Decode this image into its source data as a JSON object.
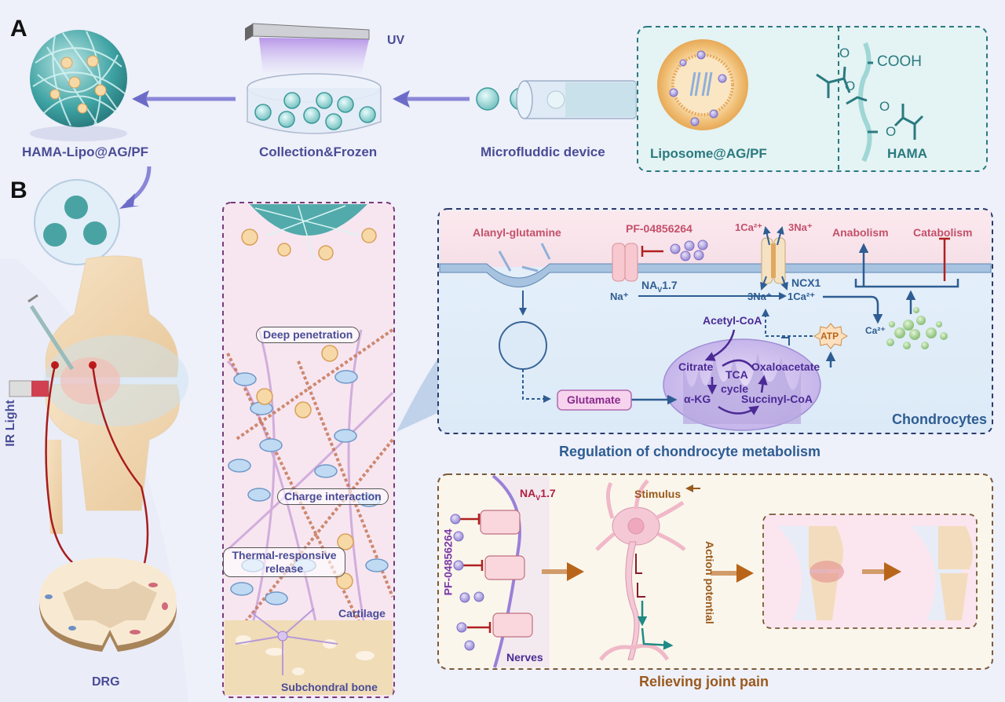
{
  "panels": {
    "a": {
      "letter": "A",
      "steps": [
        {
          "label": "HAMA-Lipo@AG/PF"
        },
        {
          "label": "Collection&Frozen"
        },
        {
          "label": "Microfluddic device"
        }
      ],
      "uv_label": "UV",
      "inset": {
        "liposome_label": "Liposome@AG/PF",
        "hama_label": "HAMA",
        "chem_cooh": "COOH",
        "chem_o": "O"
      }
    },
    "b": {
      "letter": "B",
      "knee": {
        "ir_label": "IR Light",
        "drg_label": "DRG"
      },
      "tissue": {
        "deep_penetration": "Deep penetration",
        "charge_interaction": "Charge interaction",
        "thermal_release_line1": "Thermal-responsive",
        "thermal_release_line2": "release",
        "cartilage": "Cartilage",
        "subchondral_bone": "Subchondral bone"
      },
      "metabolism": {
        "title": "Regulation of chondrocyte metabolism",
        "cell_label": "Chondrocytes",
        "alanyl_glutamine": "Alanyl-glutamine",
        "inhibitor": "PF-04856264",
        "nav_prefix": "NA",
        "nav_sub": "V",
        "nav_suffix": "1.7",
        "na_plus": "Na⁺",
        "ncx1": "NCX1",
        "ca_out": "1Ca²⁺",
        "na_out": "3Na⁺",
        "na_in": "3Na⁺",
        "ca_in": "1Ca²⁺",
        "anabolism": "Anabolism",
        "catabolism": "Catabolism",
        "acetyl_coa": "Acetyl-CoA",
        "atp": "ATP",
        "ca2": "Ca²⁺",
        "citrate": "Citrate",
        "tca": "TCA",
        "cycle": "cycle",
        "oxaloacetate": "Oxaloacetate",
        "akg": "α-KG",
        "succinyl_coa": "Succinyl-CoA",
        "glutamate": "Glutamate"
      },
      "pain": {
        "title": "Relieving joint pain",
        "inhibitor": "PF-04856264",
        "nav_prefix": "NA",
        "nav_sub": "V",
        "nav_suffix": "1.7",
        "nerves": "Nerves",
        "stimulus": "Stimulus",
        "action_potential": "Action potential"
      }
    }
  },
  "colors": {
    "background": "#eef0fa",
    "arrow_blue": "#6c6cc8",
    "teal_box": "#2a7a80",
    "purple_box": "#7a3a7a",
    "navy_box": "#2c3a6a",
    "brown_box": "#7a5a3a",
    "inhibit_red": "#b02020",
    "pathway_blue": "#2e5d92"
  }
}
